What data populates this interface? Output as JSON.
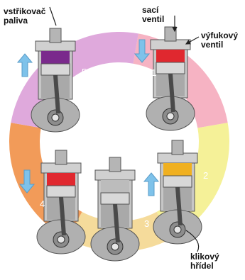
{
  "labels": {
    "injector": [
      "vstřikovač",
      "paliva"
    ],
    "intake_valve": [
      "sací",
      "ventil"
    ],
    "exhaust_valve": [
      "výfukový",
      "ventil"
    ],
    "crankshaft": [
      "klikový",
      "hřídel"
    ]
  },
  "strokes": [
    {
      "number": "1",
      "color": "#f4a6b8"
    },
    {
      "number": "2",
      "color": "#f3ef86"
    },
    {
      "number": "3",
      "color": "#f3d58a"
    },
    {
      "number": "4",
      "color": "#f08a3c"
    },
    {
      "number": "5",
      "color": "#d99ad6"
    }
  ],
  "cylinders": [
    {
      "name": "cylinder-5",
      "chamber_color": "#7a2a8c"
    },
    {
      "name": "cylinder-1",
      "chamber_color": "#e0282f"
    },
    {
      "name": "cylinder-2",
      "chamber_color": "#f0b020"
    },
    {
      "name": "cylinder-3",
      "chamber_color": "#bcbcbc"
    },
    {
      "name": "cylinder-4",
      "chamber_color": "#e0282f"
    }
  ],
  "colors": {
    "arrow": "#7ec2ea",
    "metal": "#b8b8b8",
    "dark_metal": "#4a4a4a"
  }
}
